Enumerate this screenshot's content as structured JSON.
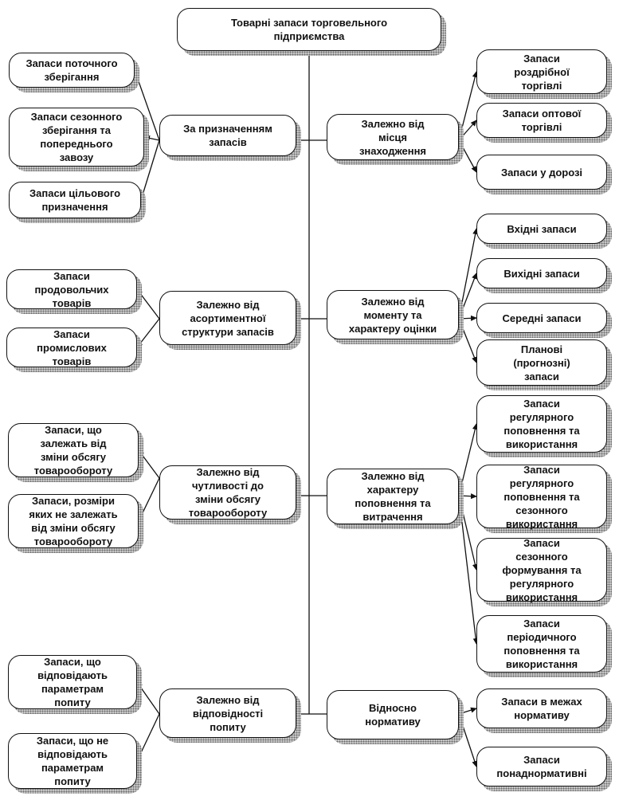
{
  "root": "Товарні запаси торговельного\nпідприємства",
  "left_categories": [
    {
      "label": "За призначенням\nзапасів",
      "children": [
        "Запаси поточного\nзберігання",
        "Запаси сезонного\nзберігання та\nпопереднього\nзавозу",
        "Запаси цільового\nпризначення"
      ]
    },
    {
      "label": "Залежно від\nасортиментної\nструктури запасів",
      "children": [
        "Запаси\nпродовольчих\nтоварів",
        "Запаси\nпромислових\nтоварів"
      ]
    },
    {
      "label": "Залежно від\nчутливості до\nзміни обсягу\nтоварообороту",
      "children": [
        "Запаси, що\nзалежать від\nзміни обсягу\nтоварообороту",
        "Запаси, розміри\nяких не залежать\nвід зміни обсягу\nтоварообороту"
      ]
    },
    {
      "label": "Залежно від\nвідповідності\nпопиту",
      "children": [
        "Запаси, що\nвідповідають\nпараметрам\nпопиту",
        "Запаси, що не\nвідповідають\nпараметрам\nпопиту"
      ]
    }
  ],
  "right_categories": [
    {
      "label": "Залежно від\nмісця\nзнаходження",
      "children": [
        "Запаси\nроздрібної\nторгівлі",
        "Запаси оптової\nторгівлі",
        "Запаси у дорозі"
      ]
    },
    {
      "label": "Залежно від\nмоменту та\nхарактеру оцінки",
      "children": [
        "Вхідні запаси",
        "Вихідні запаси",
        "Середні запаси",
        "Планові\n(прогнозні)\nзапаси"
      ]
    },
    {
      "label": "Залежно від\nхарактеру\nпоповнення та\nвитрачення",
      "children": [
        "Запаси\nрегулярного\nпоповнення та\nвикористання",
        "Запаси\nрегулярного\nпоповнення та\nсезонного\nвикористання",
        "Запаси\nсезонного\nформування та\nрегулярного\nвикористання",
        "Запаси\nперіодичного\nпоповнення та\nвикористання"
      ]
    },
    {
      "label": "Відносно\nнормативу",
      "children": [
        "Запаси  в межах\nнормативу",
        "Запаси\nпонаднормативні"
      ]
    }
  ]
}
